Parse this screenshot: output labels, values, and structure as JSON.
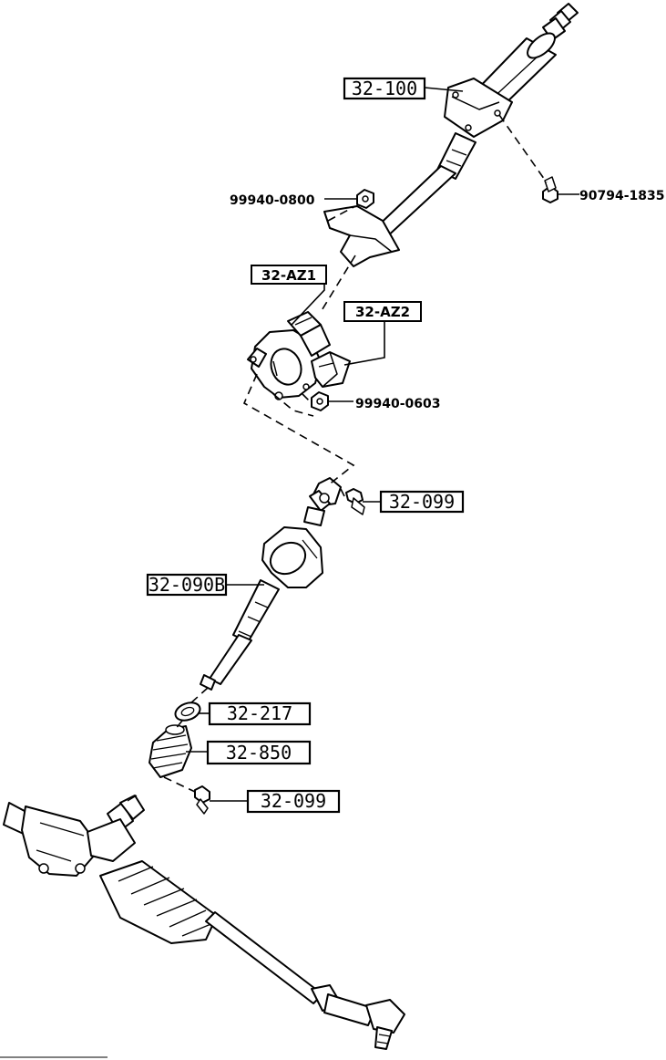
{
  "labels": {
    "upper_column": "32-100",
    "column_bolt": "90794-1835",
    "bracket_nut": "99940-0800",
    "lock_assembly_1": "32-AZ1",
    "lock_assembly_2": "32-AZ2",
    "lock_nut": "99940-0603",
    "joint_bolt_upper": "32-099",
    "intermediate_shaft": "32-090B",
    "seal_plate": "32-217",
    "rubber_boot": "32-850",
    "joint_bolt_lower": "32-099"
  }
}
